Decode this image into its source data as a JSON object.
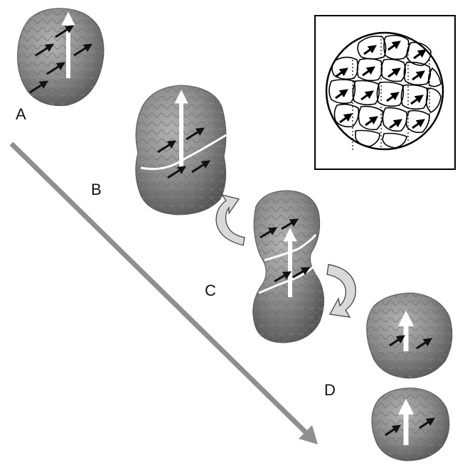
{
  "figure": {
    "panels": [
      {
        "id": "A",
        "label": "A"
      },
      {
        "id": "B",
        "label": "B"
      },
      {
        "id": "C",
        "label": "C"
      },
      {
        "id": "D",
        "label": "D"
      }
    ],
    "colors": {
      "background": "#ffffff",
      "cell_fill": "#8a8a8a",
      "cell_dark": "#5e5e5e",
      "cell_light": "#b0b0b0",
      "polarity_arrow": "#ffffff",
      "cell_arrow": "#111111",
      "progression_arrow": "#8f8f8f",
      "rotation_arrow_fill": "#d9d9d9",
      "inset_stroke": "#000000"
    },
    "icons": [
      "progression-arrow-icon",
      "rotation-arrow-icon",
      "polarity-arrow-icon",
      "cell-polarity-arrow-icon"
    ]
  }
}
